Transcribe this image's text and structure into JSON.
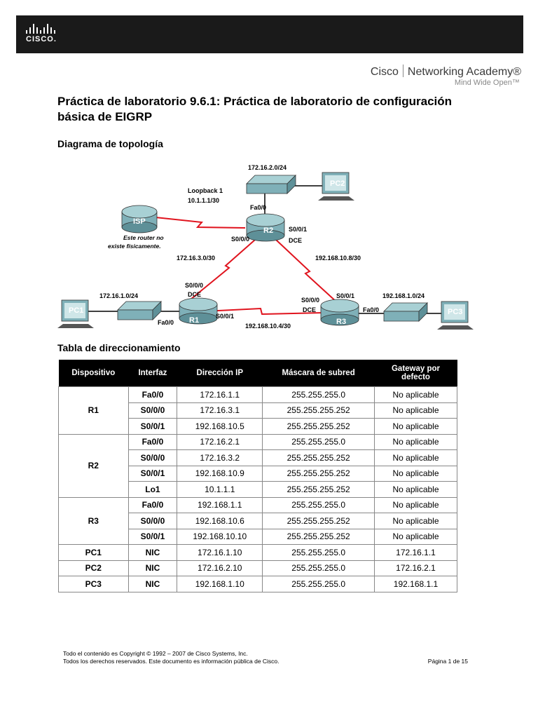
{
  "header": {
    "brand_word": "CISCO.",
    "academy_brand": "Cisco",
    "academy_name": "Networking Academy®",
    "academy_tagline": "Mind Wide Open™"
  },
  "title": "Práctica de laboratorio 9.6.1: Práctica de laboratorio de configuración básica de EIGRP",
  "topology": {
    "heading": "Diagrama de topología",
    "labels": {
      "lan_r2": "172.16.2.0/24",
      "loopback_title": "Loopback 1",
      "loopback_addr": "10.1.1.1/30",
      "r2_fa": "Fa0/0",
      "r2_s000": "S0/0/0",
      "r2_s001": "S0/0/1",
      "r2_dce": "DCE",
      "isp_note1": "Este router no",
      "isp_note2": "existe físicamente.",
      "net_r1r2": "172.16.3.0/30",
      "net_r2r3": "192.168.10.8/30",
      "lan_r1": "172.16.1.0/24",
      "r1_s000": "S0/0/0",
      "r1_dce": "DCE",
      "r1_fa": "Fa0/0",
      "r1_s001": "S0/0/1",
      "net_r1r3": "192.168.10.4/30",
      "r3_s000": "S0/0/0",
      "r3_dce": "DCE",
      "r3_s001": "S0/0/1",
      "r3_fa": "Fa0/0",
      "lan_r3": "192.168.1.0/24"
    },
    "devices": {
      "isp": "ISP",
      "r1": "R1",
      "r2": "R2",
      "r3": "R3",
      "pc1": "PC1",
      "pc2": "PC2",
      "pc3": "PC3"
    }
  },
  "table": {
    "heading": "Tabla de direccionamiento",
    "headers": [
      "Dispositivo",
      "Interfaz",
      "Dirección IP",
      "Máscara de subred",
      "Gateway por defecto"
    ],
    "groups": [
      {
        "device": "R1",
        "rows": [
          [
            "Fa0/0",
            "172.16.1.1",
            "255.255.255.0",
            "No aplicable"
          ],
          [
            "S0/0/0",
            "172.16.3.1",
            "255.255.255.252",
            "No aplicable"
          ],
          [
            "S0/0/1",
            "192.168.10.5",
            "255.255.255.252",
            "No aplicable"
          ]
        ]
      },
      {
        "device": "R2",
        "rows": [
          [
            "Fa0/0",
            "172.16.2.1",
            "255.255.255.0",
            "No aplicable"
          ],
          [
            "S0/0/0",
            "172.16.3.2",
            "255.255.255.252",
            "No aplicable"
          ],
          [
            "S0/0/1",
            "192.168.10.9",
            "255.255.255.252",
            "No aplicable"
          ],
          [
            "Lo1",
            "10.1.1.1",
            "255.255.255.252",
            "No aplicable"
          ]
        ]
      },
      {
        "device": "R3",
        "rows": [
          [
            "Fa0/0",
            "192.168.1.1",
            "255.255.255.0",
            "No aplicable"
          ],
          [
            "S0/0/0",
            "192.168.10.6",
            "255.255.255.252",
            "No aplicable"
          ],
          [
            "S0/0/1",
            "192.168.10.10",
            "255.255.255.252",
            "No aplicable"
          ]
        ]
      },
      {
        "device": "PC1",
        "rows": [
          [
            "NIC",
            "172.16.1.10",
            "255.255.255.0",
            "172.16.1.1"
          ]
        ]
      },
      {
        "device": "PC2",
        "rows": [
          [
            "NIC",
            "172.16.2.10",
            "255.255.255.0",
            "172.16.2.1"
          ]
        ]
      },
      {
        "device": "PC3",
        "rows": [
          [
            "NIC",
            "192.168.1.10",
            "255.255.255.0",
            "192.168.1.1"
          ]
        ]
      }
    ]
  },
  "footer": {
    "line1": "Todo el contenido es Copyright © 1992 – 2007 de Cisco Systems, Inc.",
    "line2": "Todos los derechos reservados. Este documento es información pública de Cisco.",
    "page": "Página 1 de 15"
  },
  "colors": {
    "header_bg": "#1a1a1a",
    "serial_link": "#e0141e",
    "device_body": "#7fb0b8"
  }
}
